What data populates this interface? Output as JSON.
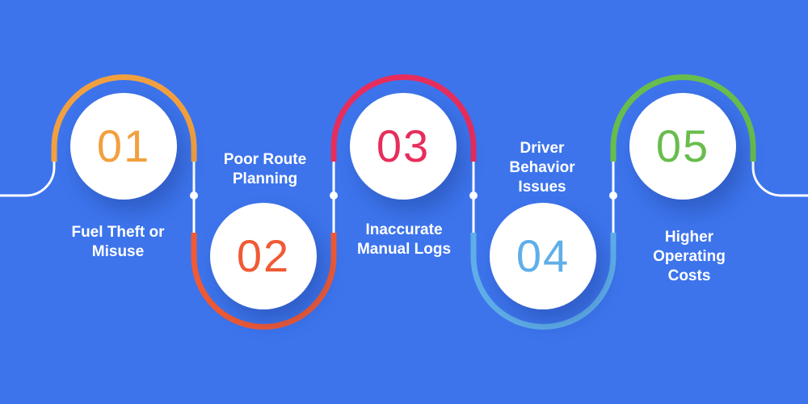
{
  "infographic": {
    "background_color": "#3D74EC",
    "connector_color": "#FFFFFF",
    "steps": [
      {
        "number": "01",
        "label": "Fuel Theft or Misuse",
        "label_lines": [
          "Fuel Theft or",
          "Misuse"
        ],
        "color": "#F2A03F",
        "position": "top"
      },
      {
        "number": "02",
        "label": "Poor Route Planning",
        "label_lines": [
          "Poor Route",
          "Planning"
        ],
        "color": "#F05A34",
        "position": "bottom"
      },
      {
        "number": "03",
        "label": "Inaccurate Manual Logs",
        "label_lines": [
          "Inaccurate",
          "Manual Logs"
        ],
        "color": "#E72D5C",
        "position": "top"
      },
      {
        "number": "04",
        "label": "Driver Behavior Issues",
        "label_lines": [
          "Driver",
          "Behavior",
          "Issues"
        ],
        "color": "#5FAEE8",
        "position": "bottom"
      },
      {
        "number": "05",
        "label": "Higher Operating Costs",
        "label_lines": [
          "Higher",
          "Operating",
          "Costs"
        ],
        "color": "#68BD4C",
        "position": "top"
      }
    ]
  }
}
